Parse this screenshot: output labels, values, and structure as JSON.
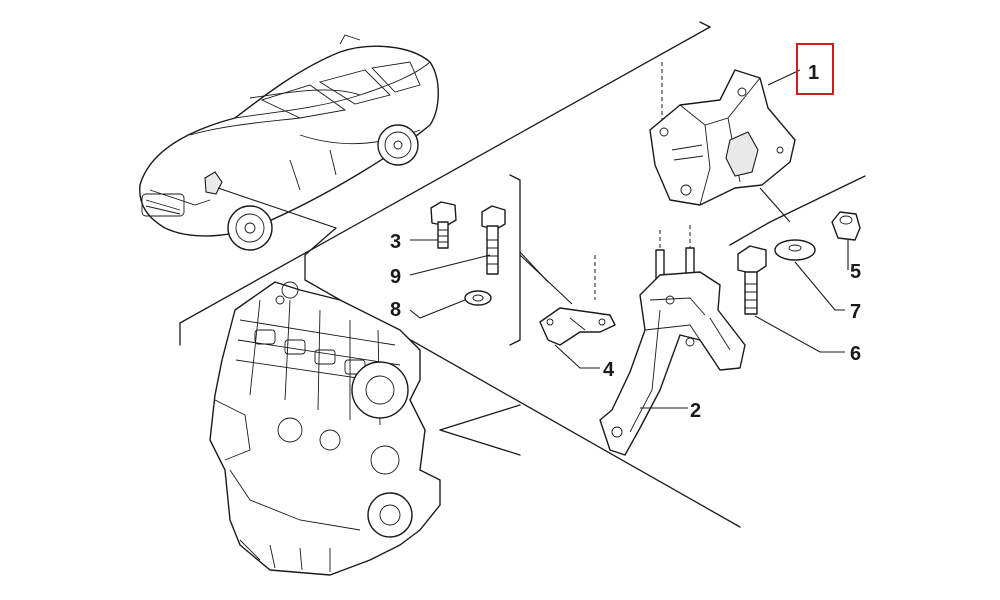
{
  "diagram": {
    "highlight_color": "#d11a1a",
    "callouts": {
      "p1": "1",
      "p2": "2",
      "p3": "3",
      "p4": "4",
      "p5": "5",
      "p6": "6",
      "p7": "7",
      "p8": "8",
      "p9": "9"
    },
    "highlighted_callout": "1",
    "illustrations": [
      "car-sedan-illustration",
      "engine-block-illustration",
      "engine-mount-illustration",
      "bracket-illustration"
    ]
  }
}
